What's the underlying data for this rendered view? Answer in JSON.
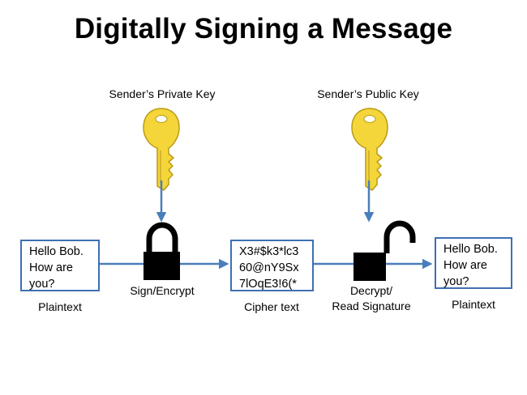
{
  "title": "Digitally Signing a Message",
  "keys": {
    "private_label": "Sender’s Private Key",
    "public_label": "Sender’s Public Key"
  },
  "boxes": {
    "plaintext_in": "Hello Bob.\nHow are\nyou?",
    "cipher": "X3#$k3*lc3\n60@nY9Sx\n7lOqE3!6(*",
    "plaintext_out": "Hello Bob.\nHow are\nyou?"
  },
  "labels": {
    "plaintext_in": "Plaintext",
    "sign_encrypt": "Sign/Encrypt",
    "cipher_text": "Cipher text",
    "decrypt_line1": "Decrypt/",
    "decrypt_line2": "Read Signature",
    "plaintext_out": "Plaintext"
  },
  "colors": {
    "arrow": "#4a7ebb",
    "box_border": "#3f6fb3",
    "key_fill": "#f4d63a",
    "key_stroke": "#b99a14",
    "lock": "#000000"
  }
}
